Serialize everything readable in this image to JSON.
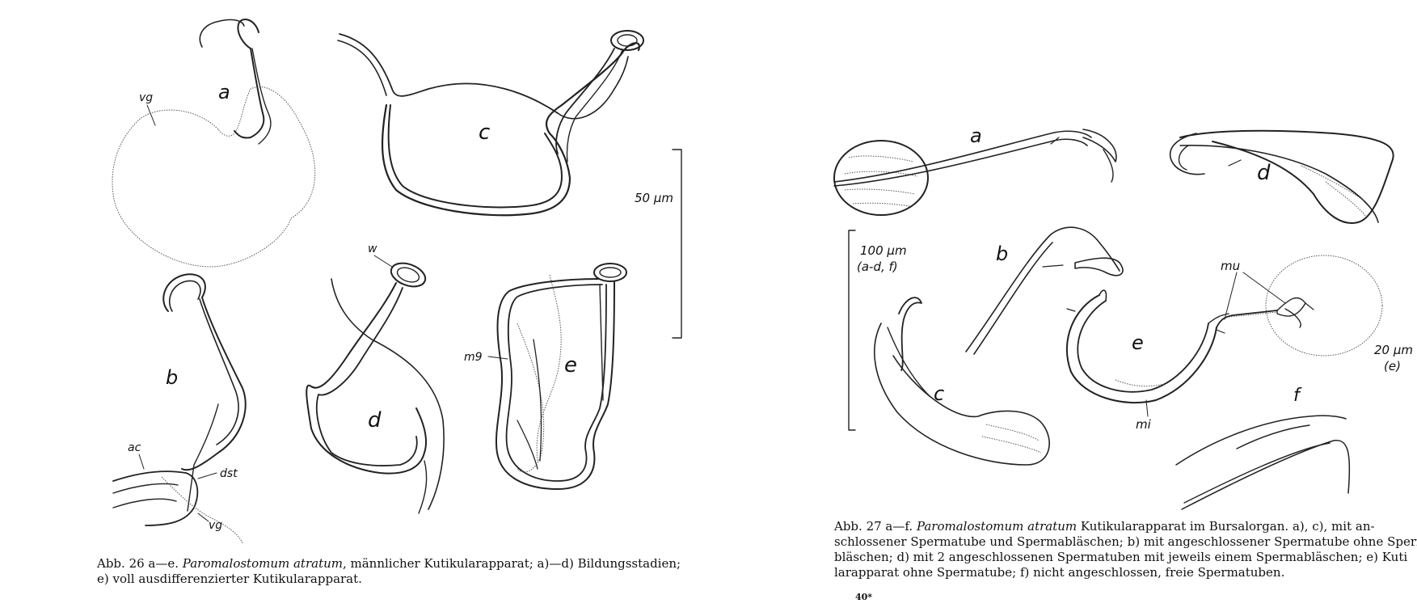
{
  "figure26": {
    "panel_letters": [
      "a",
      "b",
      "c",
      "d",
      "e"
    ],
    "labels": {
      "vg": "vg",
      "ac": "ac",
      "dst": "dst",
      "vg2": "vg",
      "w": "w",
      "mg": "m9"
    },
    "scale_bar": "50 µm",
    "caption": {
      "prefix": "Abb. 26 a—e.",
      "species": "Paromalostomum atratum",
      "line1_rest": ", männlicher Kutikularapparat; a)—d) Bildungsstadien;",
      "line2": "e) voll ausdifferenzierter Kutikularapparat."
    }
  },
  "figure27": {
    "panel_letters": [
      "a",
      "b",
      "c",
      "d",
      "e",
      "f"
    ],
    "labels": {
      "mu": "mu",
      "mi": "mi"
    },
    "scale_bar_main": "100 µm",
    "scale_bar_main_sub": "(a-d, f)",
    "scale_bar_e": "20 µm",
    "scale_bar_e_sub": "(e)",
    "caption": {
      "prefix": "Abb. 27 a—f.",
      "species": "Paromalostomum atratum",
      "line1_rest": " Kutikularapparat im Bursalorgan. a), c), mit an-",
      "line2": "schlossener Spermatube und Spermabläschen; b) mit angeschlossener Spermatube ohne Sperm",
      "line3": "bläschen; d) mit 2 angeschlossenen Spermatuben mit jeweils einem Spermabläschen; e) Kuti",
      "line4": "larapparat ohne Spermatube; f) nicht angeschlossen, freie Spermatuben."
    },
    "page_number": "40*"
  }
}
